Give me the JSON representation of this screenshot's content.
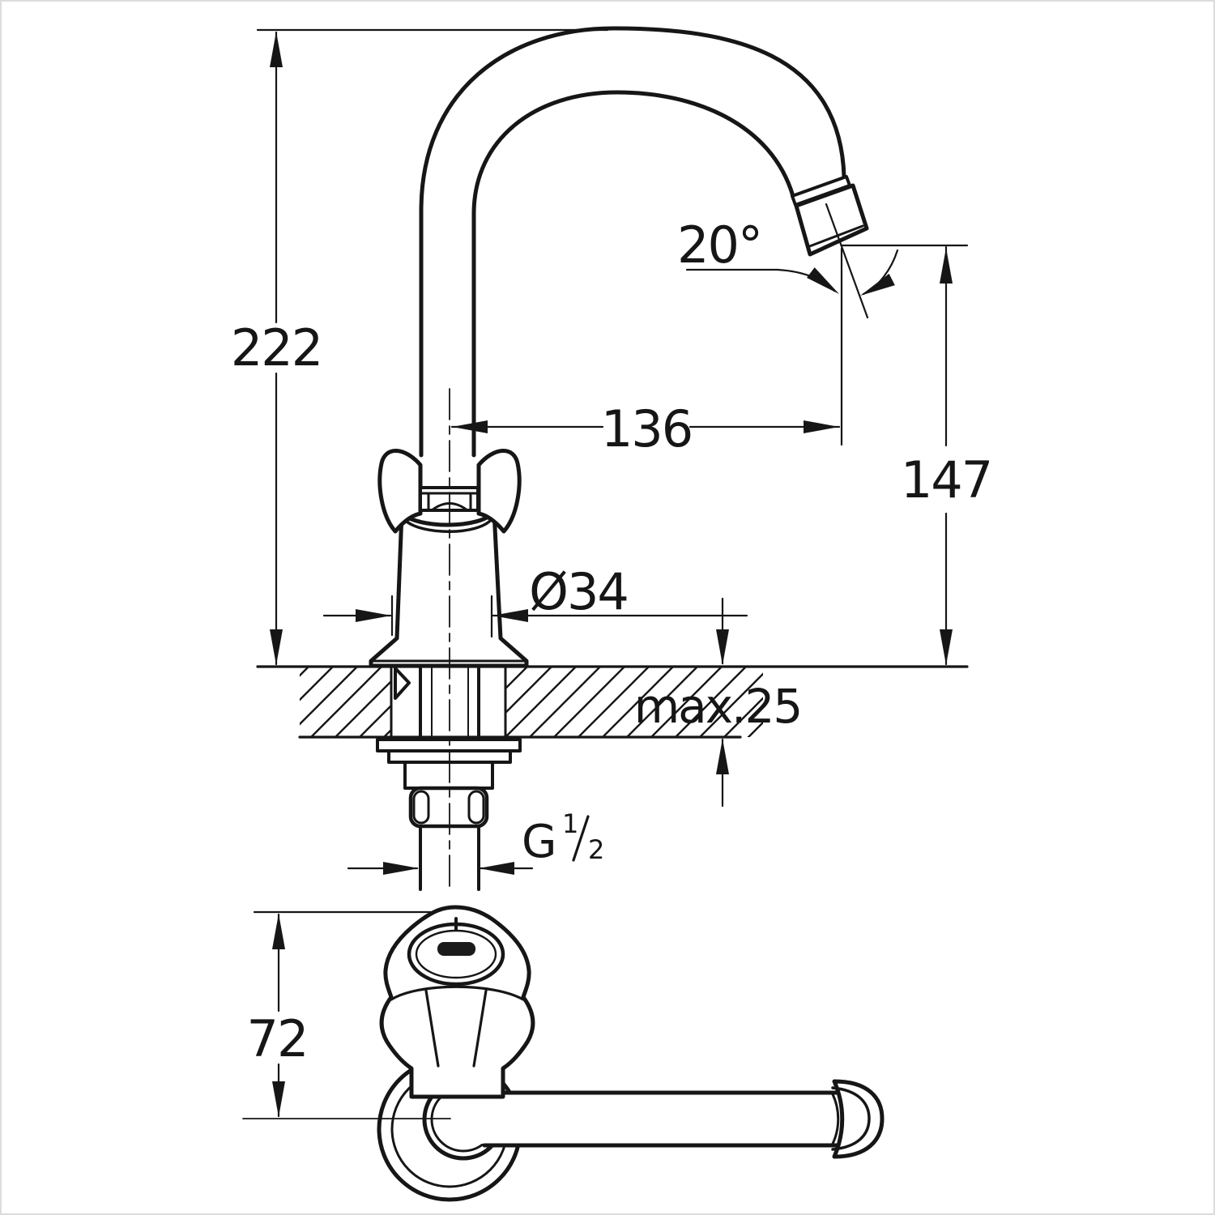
{
  "drawing": {
    "kind": "technical-dimension-diagram",
    "line_color": "#161616",
    "background_color": "#ffffff",
    "labels": {
      "dim_222": "222",
      "dim_136": "136",
      "dim_147": "147",
      "angle_20": "20°",
      "dia_34": "Ø34",
      "max_25": "max.25",
      "thread_g": "G",
      "thread_num": "1",
      "thread_den": "2",
      "dim_72": "72"
    }
  }
}
